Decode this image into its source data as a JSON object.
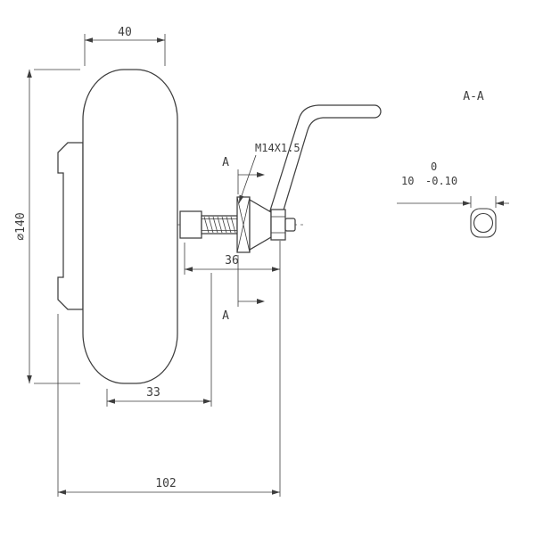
{
  "page": {
    "background": "#ffffff",
    "line_color": "#3d3d3d"
  },
  "main_view": {
    "dim_wheel_width": "40",
    "dim_wheel_diameter": "⌀140",
    "thread_callout": "M14X1.5",
    "section_marker": "A",
    "dim_hub_width": "36",
    "dim_offset": "33",
    "dim_overall": "102"
  },
  "section_view": {
    "title": "A-A",
    "dim_nominal": "10",
    "tol_upper": "0",
    "tol_lower": "-0.10"
  }
}
